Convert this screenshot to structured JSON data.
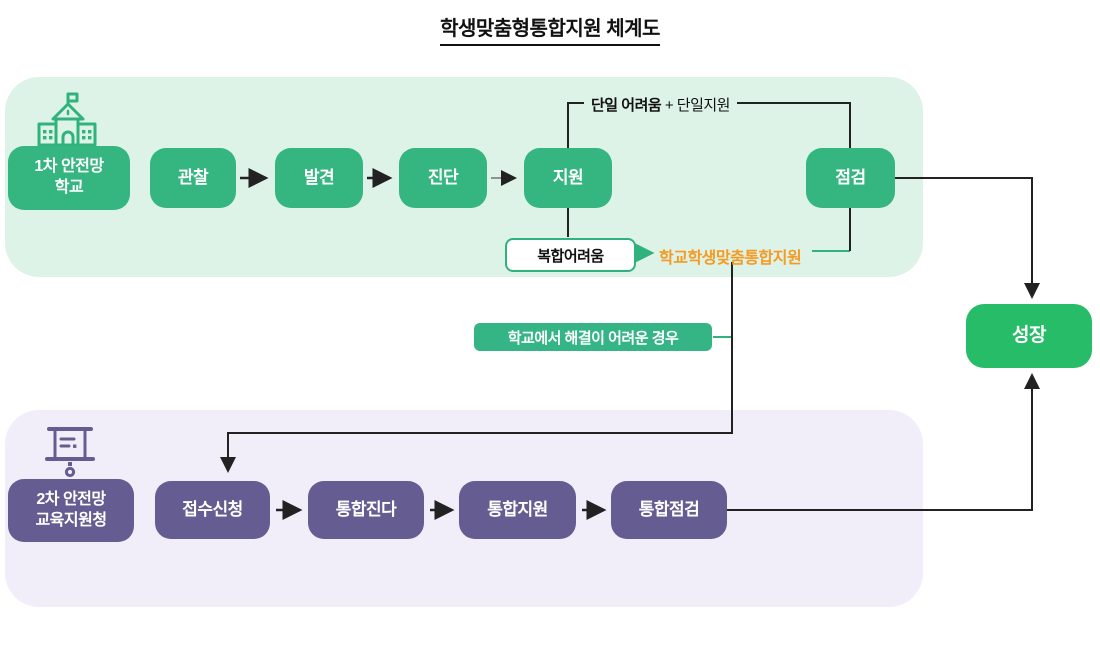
{
  "title": "학생맞춤형통합지원 체계도",
  "colors": {
    "primary_box": "#35b57f",
    "primary_section_bg": "#def3e7",
    "outcome_box": "#27bc67",
    "secondary_box": "#655d91",
    "secondary_section_bg": "#f1eef9",
    "white_box_border": "#2fb27b",
    "highlight_text": "#f59a23",
    "connector_line": "#222222",
    "muted_arrow": "#8b948f"
  },
  "primary_section": {
    "icon": "school-icon",
    "entity": {
      "line1": "1차 안전망",
      "line2": "학교"
    },
    "steps": [
      "관찰",
      "발견",
      "진단",
      "지원",
      "점검"
    ],
    "single_path_label": {
      "bold": "단일 어려움",
      "rest": " + 단일지원"
    },
    "complex_box": "복합어려움",
    "integrated_support_label": "학교학생맞춤통합지원"
  },
  "bridge_label": "학교에서 해결이 어려운 경우",
  "secondary_section": {
    "icon": "presentation-icon",
    "entity": {
      "line1": "2차 안전망",
      "line2": "교육지원청"
    },
    "steps": [
      "접수신청",
      "통합진다",
      "통합지원",
      "통합점검"
    ]
  },
  "outcome": "성장"
}
